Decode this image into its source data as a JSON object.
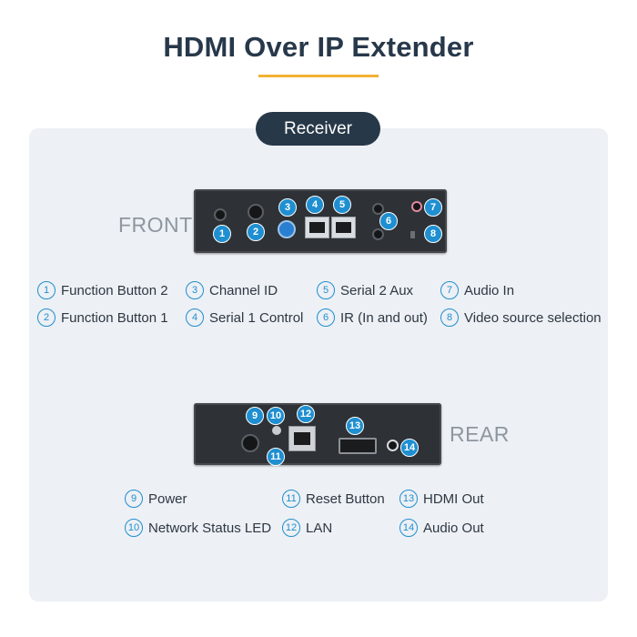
{
  "title": "HDMI Over IP Extender",
  "section_label": "Receiver",
  "front_label": "FRONT",
  "rear_label": "REAR",
  "accent_color": "#1f8fd1",
  "front_badges": [
    "1",
    "2",
    "3",
    "4",
    "5",
    "6",
    "7",
    "8"
  ],
  "rear_badges": [
    "9",
    "10",
    "11",
    "12",
    "13",
    "14"
  ],
  "front_legend": [
    {
      "num": "1",
      "text": "Function Button 2"
    },
    {
      "num": "2",
      "text": "Function Button 1"
    },
    {
      "num": "3",
      "text": "Channel ID"
    },
    {
      "num": "4",
      "text": "Serial 1 Control"
    },
    {
      "num": "5",
      "text": "Serial 2 Aux"
    },
    {
      "num": "6",
      "text": "IR (In and out)"
    },
    {
      "num": "7",
      "text": "Audio In"
    },
    {
      "num": "8",
      "text": "Video source selection"
    }
  ],
  "rear_legend": [
    {
      "num": "9",
      "text": "Power"
    },
    {
      "num": "10",
      "text": "Network Status LED"
    },
    {
      "num": "11",
      "text": "Reset Button"
    },
    {
      "num": "12",
      "text": "LAN"
    },
    {
      "num": "13",
      "text": "HDMI Out"
    },
    {
      "num": "14",
      "text": "Audio Out"
    }
  ]
}
